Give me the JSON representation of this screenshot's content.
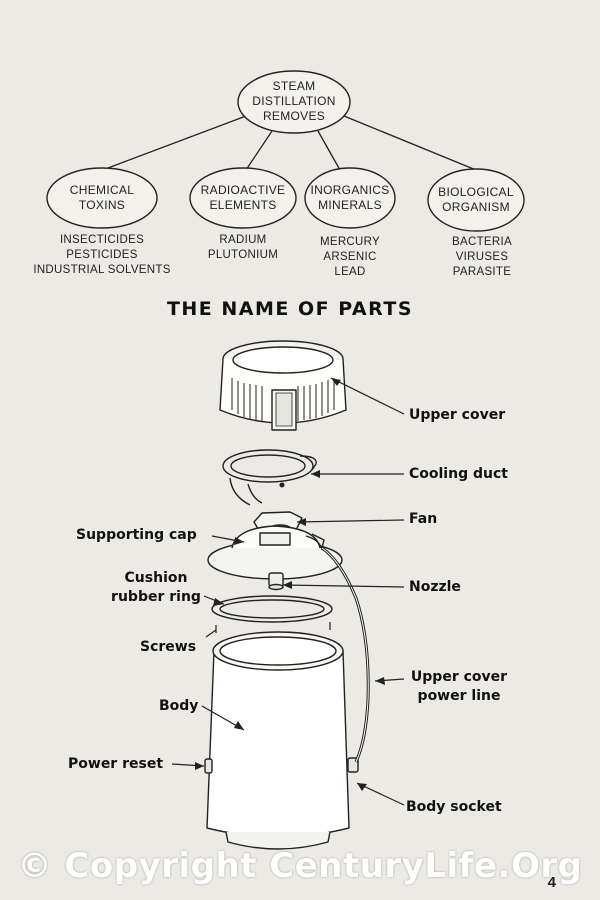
{
  "diagram": {
    "root": {
      "label": "STEAM\nDISTILLATION\nREMOVES"
    },
    "categories": [
      {
        "label": "CHEMICAL\nTOXINS",
        "items": [
          "INSECTICIDES",
          "PESTICIDES",
          "INDUSTRIAL  SOLVENTS"
        ]
      },
      {
        "label": "RADIOACTIVE\nELEMENTS",
        "items": [
          "RADIUM",
          "PLUTONIUM"
        ]
      },
      {
        "label": "INORGANICS\nMINERALS",
        "items": [
          "MERCURY",
          "ARSENIC",
          "LEAD"
        ]
      },
      {
        "label": "BIOLOGICAL\nORGANISM",
        "items": [
          "BACTERIA",
          "VIRUSES",
          "PARASITE"
        ]
      }
    ]
  },
  "section_title": "THE NAME OF PARTS",
  "parts": {
    "upper_cover": "Upper cover",
    "cooling_duct": "Cooling duct",
    "fan": "Fan",
    "supporting_cap": "Supporting cap",
    "cushion_rubber_ring": "Cushion\nrubber ring",
    "nozzle": "Nozzle",
    "screws": "Screws",
    "upper_cover_power_line": "Upper cover\npower line",
    "body": "Body",
    "power_reset": "Power reset",
    "body_socket": "Body socket"
  },
  "watermark": "© Copyright CenturyLife.Org",
  "page_number": "4"
}
